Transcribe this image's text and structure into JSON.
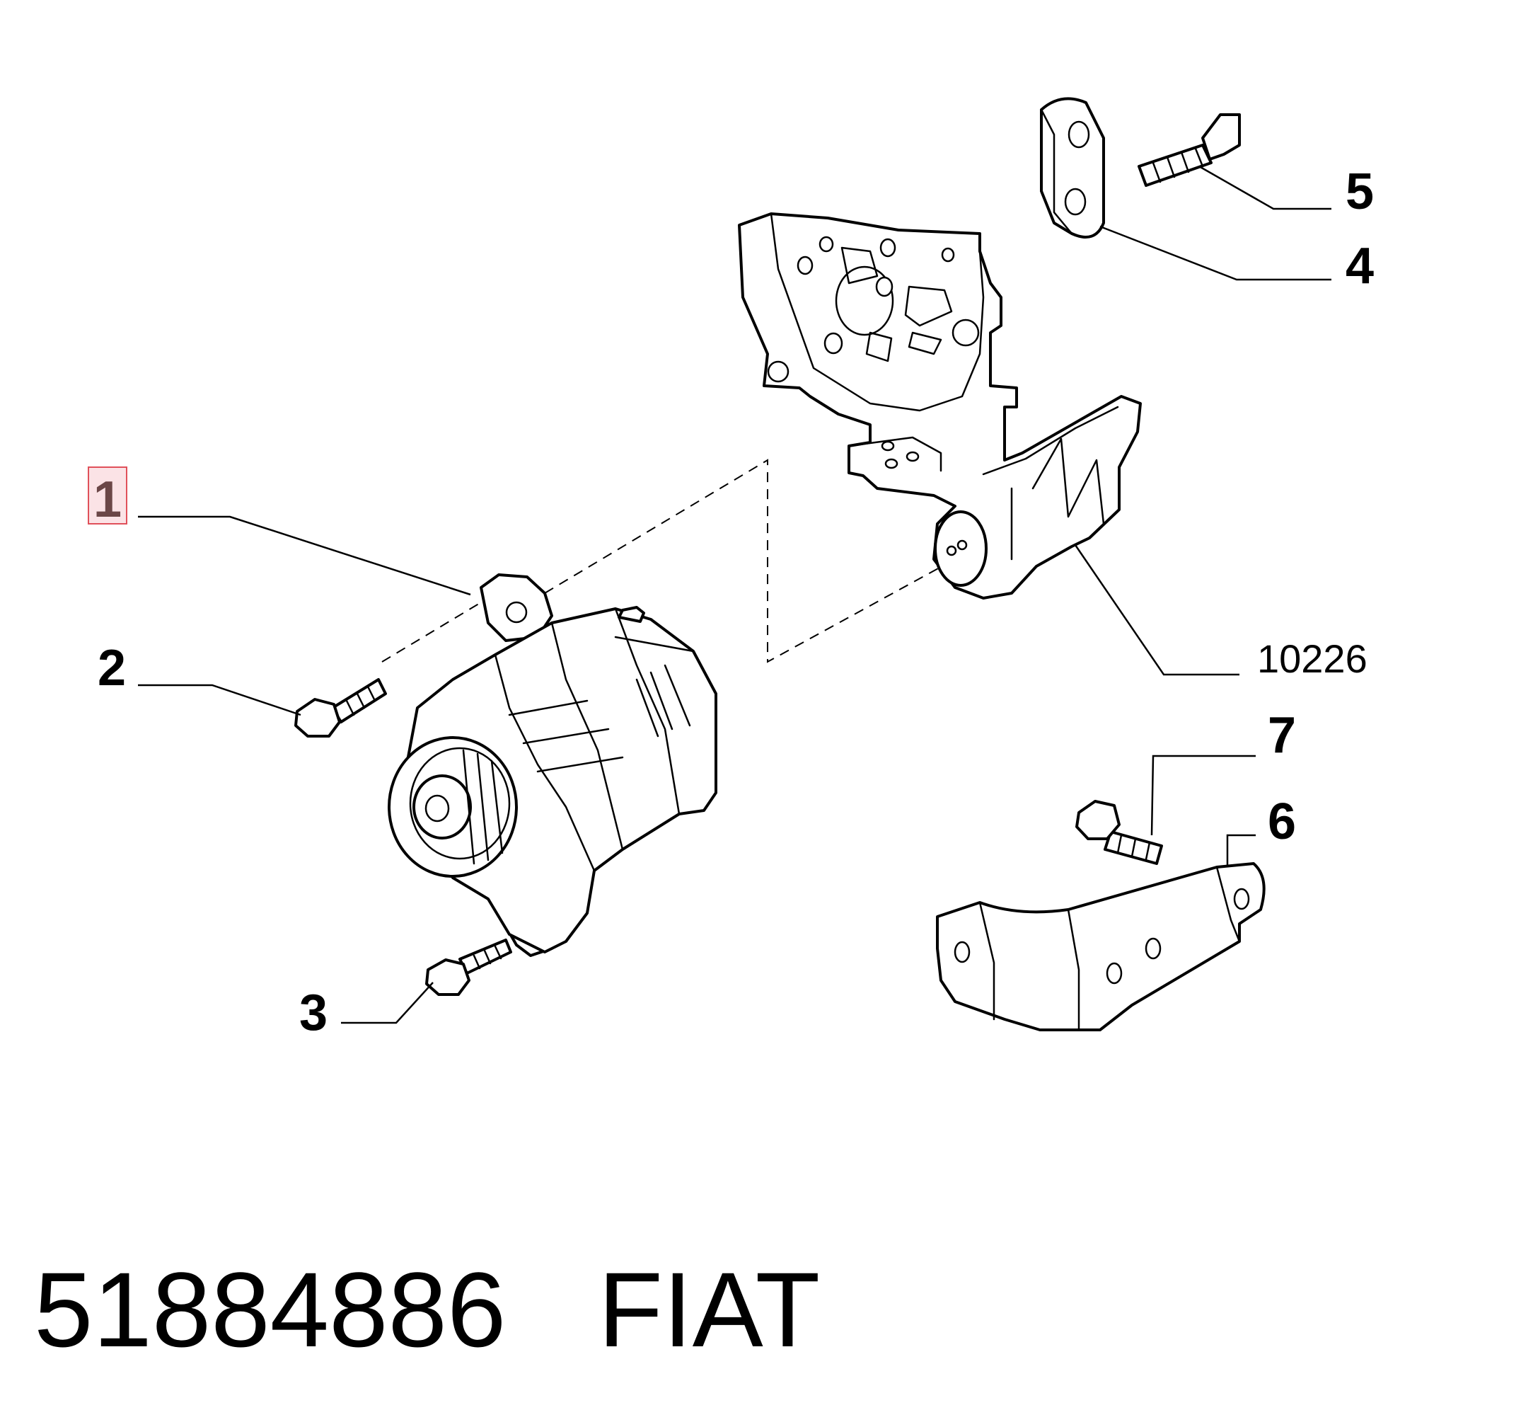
{
  "diagram": {
    "callouts": [
      {
        "id": "1",
        "label": "1",
        "highlighted": true
      },
      {
        "id": "2",
        "label": "2",
        "highlighted": false
      },
      {
        "id": "3",
        "label": "3",
        "highlighted": false
      },
      {
        "id": "4",
        "label": "4",
        "highlighted": false
      },
      {
        "id": "5",
        "label": "5",
        "highlighted": false
      },
      {
        "id": "6",
        "label": "6",
        "highlighted": false
      },
      {
        "id": "7",
        "label": "7",
        "highlighted": false
      },
      {
        "id": "10226",
        "label": "10226",
        "highlighted": false
      }
    ],
    "highlight_color": "#e0505a"
  },
  "footer": {
    "part_number": "51884886",
    "brand": "FIAT"
  }
}
